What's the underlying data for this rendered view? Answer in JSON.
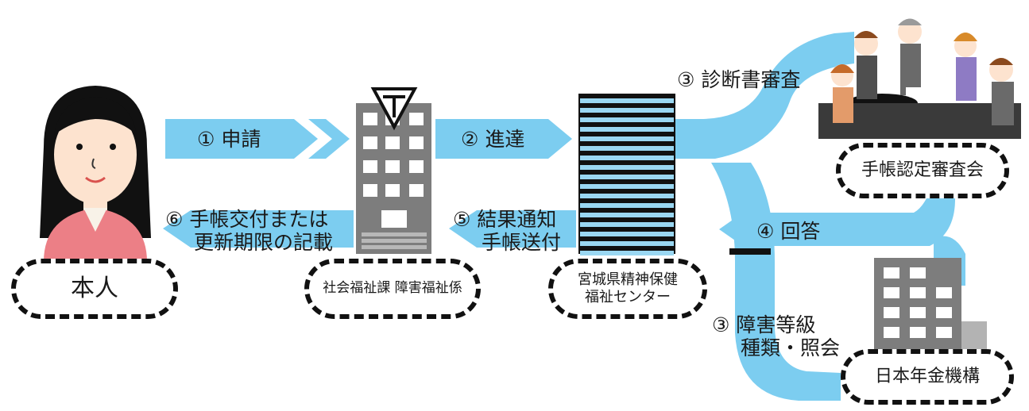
{
  "steps": {
    "apply": "① 申請",
    "forward": "② 進達",
    "review": "③ 診断書審査",
    "answer": "④ 回答",
    "notify_line1": "⑤ 結果通知",
    "notify_line2": "手帳送付",
    "issue_line1": "⑥ 手帳交付または",
    "issue_line2": "更新期限の記載",
    "inquiry_line1": "③ 障害等級",
    "inquiry_line2": "種類・照会"
  },
  "nodes": {
    "person": "本人",
    "welfare_office": "社会福祉課 障害福祉係",
    "mental_center_line1": "宮城県精神保健",
    "mental_center_line2": "福祉センター",
    "committee": "手帳認定審査会",
    "pension": "日本年金機構"
  },
  "colors": {
    "arrow": "#7ccdf0",
    "building_gray": "#7d7d7d",
    "dark": "#111111",
    "skin": "#fde3cf",
    "shirt": "#ec7f86"
  }
}
